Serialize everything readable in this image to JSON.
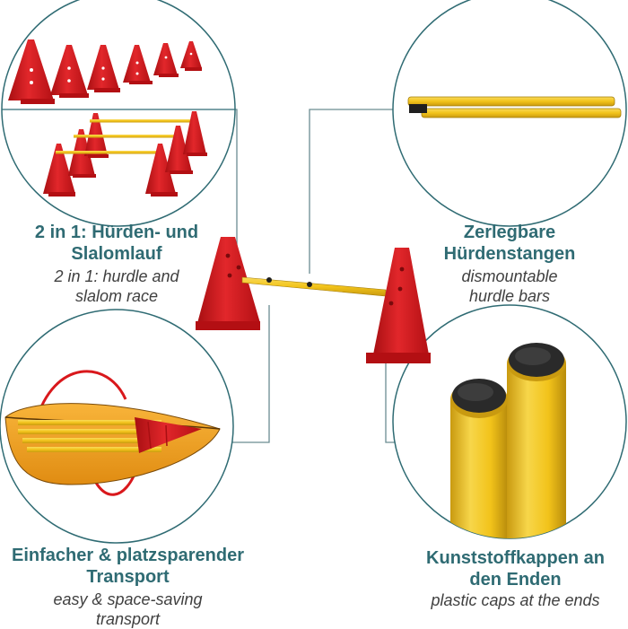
{
  "features": [
    {
      "title": "2 in 1: Hürden- und Slalomlauf",
      "subtitle": "2 in 1: hurdle and slalom race"
    },
    {
      "title": "Zerlegbare Hürdenstangen",
      "subtitle": "dismountable hurdle bars"
    },
    {
      "title": "Einfacher & platzsparender Transport",
      "subtitle": "easy & space-saving transport"
    },
    {
      "title": "Kunststoffkappen an den Enden",
      "subtitle": "plastic caps at the ends"
    }
  ],
  "colors": {
    "accent": "#2f6b73",
    "cone_red": "#d9181c",
    "bar_yellow": "#f2c31a",
    "bag_orange": "#f3a21f",
    "cap_dark": "#2a2a2a"
  }
}
